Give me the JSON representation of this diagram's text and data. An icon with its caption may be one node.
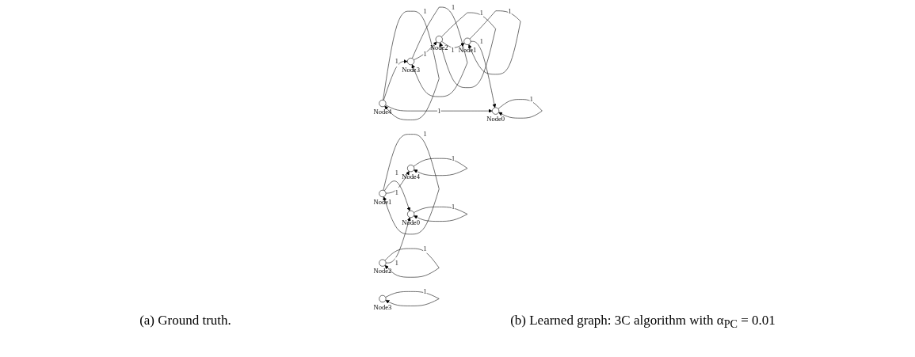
{
  "diagram": {
    "nodes": [
      {
        "text": [],
        "shape": "circle",
        "beside": [
          "Node1"
        ]
      },
      {
        "text": [],
        "shape": "circle",
        "beside": [
          "Node2"
        ]
      },
      {
        "text": [],
        "shape": "circle",
        "beside": [
          "Node0"
        ]
      },
      {
        "text": [],
        "shape": "circle",
        "beside": [
          "Node3"
        ]
      },
      {
        "text": [],
        "shape": "circle",
        "beside": [
          "Node4"
        ]
      },
      {
        "text": [],
        "shape": "circle",
        "beside": [
          "Node1"
        ]
      },
      {
        "text": [],
        "shape": "circle",
        "beside": [
          "Node2"
        ]
      },
      {
        "text": [],
        "shape": "circle",
        "beside": [
          "Node0"
        ]
      },
      {
        "text": [],
        "shape": "circle",
        "beside": [
          "Node3"
        ]
      },
      {
        "text": [],
        "shape": "circle",
        "beside": [
          "Node4"
        ]
      }
    ],
    "edges": [
      {
        "from": 0,
        "to": 0,
        "arrow": "to",
        "label": "1"
      },
      {
        "from": 1,
        "to": 1,
        "arrow": "to",
        "label": "1"
      },
      {
        "from": 2,
        "to": 2,
        "arrow": "to",
        "label": "1"
      },
      {
        "from": 3,
        "to": 3,
        "arrow": "to",
        "label": "1"
      },
      {
        "from": 4,
        "to": 4,
        "arrow": "to",
        "label": "1"
      },
      {
        "from": 1,
        "to": 0,
        "arrow": "to",
        "label": "1"
      },
      {
        "from": 0,
        "to": 2,
        "arrow": "to",
        "label": "1"
      },
      {
        "from": 3,
        "to": 1,
        "arrow": "to",
        "label": "1"
      },
      {
        "from": 4,
        "to": 3,
        "arrow": "to",
        "label": "1"
      },
      {
        "from": 4,
        "to": 2,
        "arrow": "to",
        "label": "1"
      },
      {
        "from": 5,
        "to": 5,
        "arrow": "to",
        "label": "1"
      },
      {
        "from": 6,
        "to": 6,
        "arrow": "to",
        "label": "1"
      },
      {
        "from": 7,
        "to": 7,
        "arrow": "to",
        "label": "1"
      },
      {
        "from": 8,
        "to": 8,
        "arrow": "to",
        "label": "1"
      },
      {
        "from": 9,
        "to": 9,
        "arrow": "to",
        "label": "1"
      },
      {
        "from": 5,
        "to": 7,
        "arrow": "to",
        "label": "1"
      },
      {
        "from": 5,
        "to": 9,
        "arrow": "to",
        "label": "1"
      },
      {
        "from": 6,
        "to": 7,
        "arrow": "to",
        "label": "1"
      }
    ],
    "labels": [
      "(a) Ground truth.",
      "(b) Learned graph: 3C algorithm with α$_{PC}$ = 0.01"
    ]
  }
}
